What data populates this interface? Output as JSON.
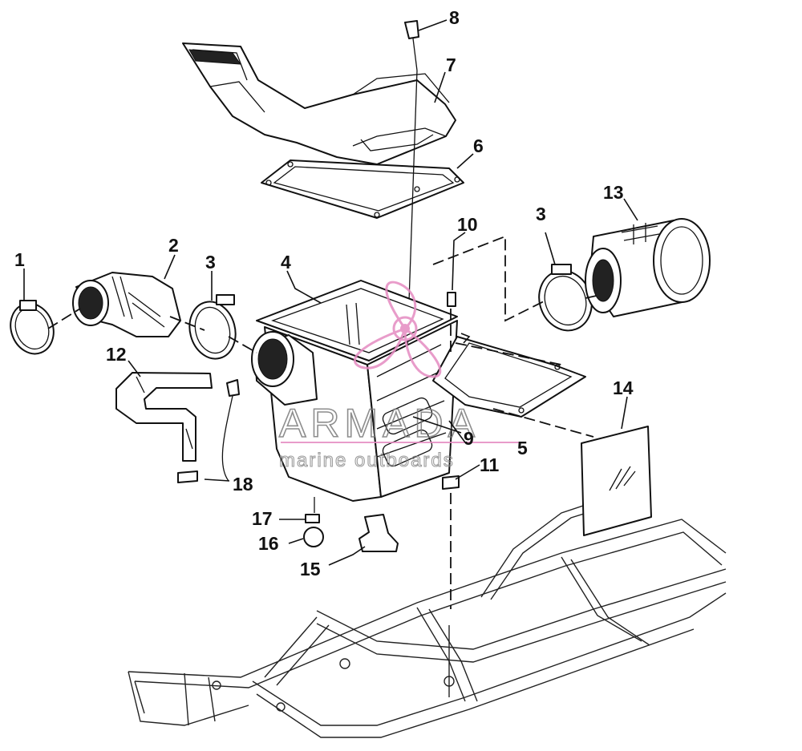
{
  "diagram": {
    "callouts": [
      {
        "id": "1",
        "label": "1"
      },
      {
        "id": "2",
        "label": "2"
      },
      {
        "id": "3a",
        "label": "3"
      },
      {
        "id": "3b",
        "label": "3"
      },
      {
        "id": "4",
        "label": "4"
      },
      {
        "id": "5",
        "label": "5"
      },
      {
        "id": "6",
        "label": "6"
      },
      {
        "id": "7",
        "label": "7"
      },
      {
        "id": "8",
        "label": "8"
      },
      {
        "id": "9",
        "label": "9"
      },
      {
        "id": "10",
        "label": "10"
      },
      {
        "id": "11",
        "label": "11"
      },
      {
        "id": "12",
        "label": "12"
      },
      {
        "id": "13",
        "label": "13"
      },
      {
        "id": "14",
        "label": "14"
      },
      {
        "id": "15",
        "label": "15"
      },
      {
        "id": "16",
        "label": "16"
      },
      {
        "id": "17",
        "label": "17"
      },
      {
        "id": "18",
        "label": "18"
      }
    ]
  },
  "watermark": {
    "title": "ARMADA",
    "subtitle": "marine outboards",
    "logo_color": "#e58bc1"
  }
}
